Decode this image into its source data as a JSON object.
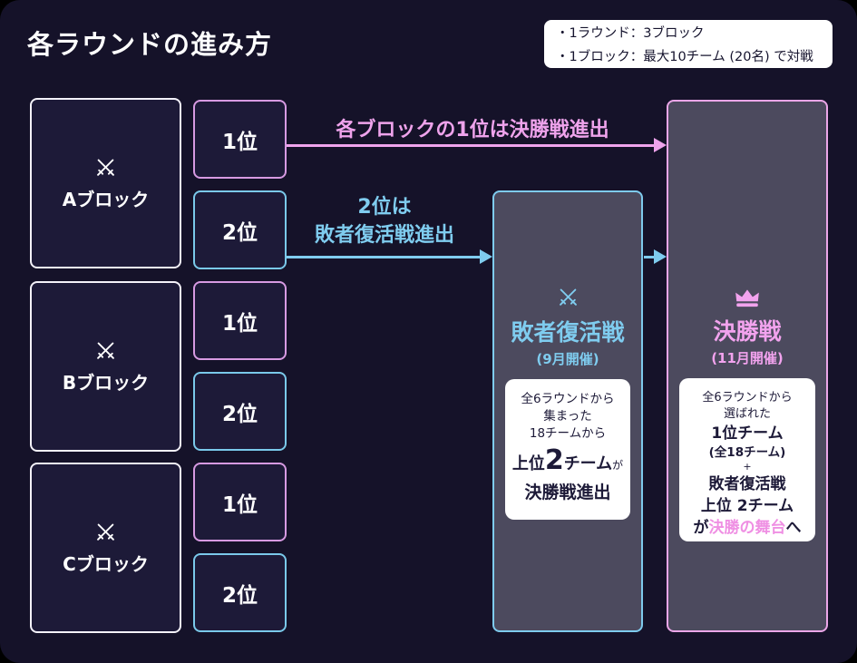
{
  "title": "各ラウンドの進み方",
  "info_box": {
    "lines": [
      "・1ラウンド：3ブロック",
      "・1ブロック：最大10チーム (20名) で対戦"
    ]
  },
  "blocks": [
    {
      "label": "Aブロック"
    },
    {
      "label": "Bブロック"
    },
    {
      "label": "Cブロック"
    }
  ],
  "rank_labels": {
    "first": "1位",
    "second": "2位"
  },
  "arrows": {
    "first_place_label": "各ブロックの1位は決勝戦進出",
    "second_place_label_line1": "2位は",
    "second_place_label_line2": "敗者復活戦進出"
  },
  "loser_bracket": {
    "title": "敗者復活戦",
    "subtitle": "(9月開催)",
    "card": {
      "line1": "全6ラウンドから",
      "line2": "集まった",
      "line3": "18チームから",
      "emph_prefix": "上位",
      "emph_number": "2",
      "emph_suffix": "チーム",
      "emph_particle": "が",
      "line5": "決勝戦進出"
    }
  },
  "final_stage": {
    "title": "決勝戦",
    "subtitle": "(11月開催)",
    "card": {
      "line1": "全6ラウンドから",
      "line2": "選ばれた",
      "line3": "1位チーム",
      "line4": "(全18チーム)",
      "plus": "+",
      "line6": "敗者復活戦",
      "line7": "上位 2チーム",
      "line8_prefix": "が",
      "line8_highlight": "決勝の舞台",
      "line8_suffix": "へ"
    }
  },
  "icons": {
    "block_icon": "crossed-swords",
    "loser_bracket_icon": "crossed-swords",
    "final_stage_icon": "crown"
  },
  "colors": {
    "background": "#151229",
    "box_fill": "#1d1a38",
    "panel_gray": "#4c4a5e",
    "accent_pink": "#efa3ec",
    "accent_blue": "#7fccef",
    "white_border": "#f4f2fa",
    "card_text": "#1d1a38",
    "highlight_pink": "#ef8fe3"
  }
}
